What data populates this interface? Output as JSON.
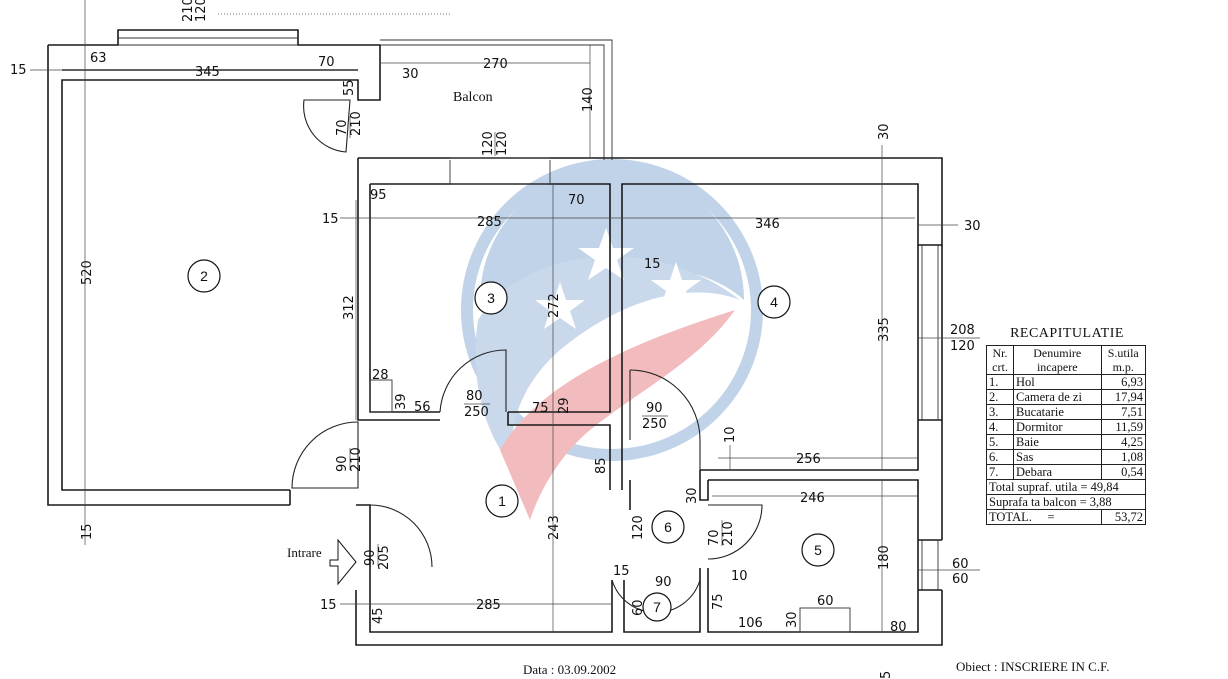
{
  "balcony_label": "Balcon",
  "entrance_label": "Intrare",
  "rooms": [
    "1",
    "2",
    "3",
    "4",
    "5",
    "6",
    "7"
  ],
  "dims": {
    "d210": "210",
    "d120": "120",
    "d15": "15",
    "d63": "63",
    "d345": "345",
    "d70": "70",
    "d30": "30",
    "d55": "55",
    "d270": "270",
    "d140": "140",
    "d520": "520",
    "d95": "95",
    "d285": "285",
    "d346": "346",
    "d272": "272",
    "d312": "312",
    "d335": "335",
    "d208": "208",
    "d28": "28",
    "d39": "39",
    "d56": "56",
    "d80": "80",
    "d250": "250",
    "d75": "75",
    "d29": "29",
    "d90": "90",
    "d10": "10",
    "d256": "256",
    "d85": "85",
    "d246": "246",
    "d243": "243",
    "d205": "205",
    "d180": "180",
    "d60": "60",
    "d45": "45",
    "d106": "106",
    "d5": "5"
  },
  "recap": {
    "title": "RECAPITULATIE",
    "headers": [
      "Nr.\ncrt.",
      "Denumire\nincapere",
      "S.utila\nm.p."
    ],
    "rows": [
      {
        "nr": "1.",
        "name": "Hol",
        "area": "6,93"
      },
      {
        "nr": "2.",
        "name": "Camera de zi",
        "area": "17,94"
      },
      {
        "nr": "3.",
        "name": "Bucatarie",
        "area": "7,51"
      },
      {
        "nr": "4.",
        "name": "Dormitor",
        "area": "11,59"
      },
      {
        "nr": "5.",
        "name": "Baie",
        "area": "4,25"
      },
      {
        "nr": "6.",
        "name": "Sas",
        "area": "1,08"
      },
      {
        "nr": "7.",
        "name": "Debara",
        "area": "0,54"
      }
    ],
    "total_usable": "Total supraf. utila = 49,84",
    "balcony_area": "Suprafa ta balcon  =  3,88",
    "total_label": "TOTAL.",
    "total_eq": "=",
    "total_value": "53,72"
  },
  "footer": {
    "date": "Data : 03.09.2002",
    "object": "Obiect : INSCRIERE IN C.F."
  },
  "colors": {
    "logo_blue": "#8fb0d6",
    "logo_red": "#e8868c"
  }
}
